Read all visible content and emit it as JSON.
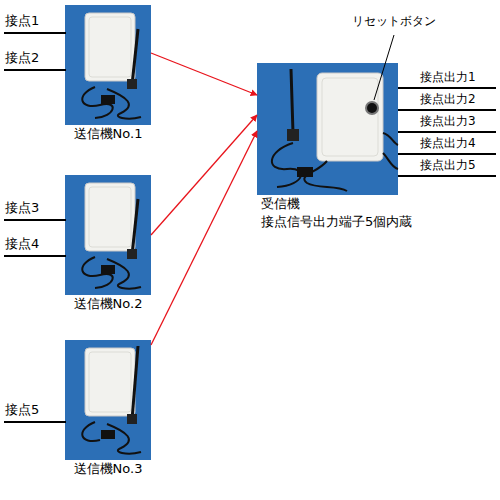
{
  "diagram": {
    "nodes": [
      {
        "text": [
          "送信機No.1"
        ]
      },
      {
        "text": [
          "送信機No.2"
        ]
      },
      {
        "text": [
          "送信機No.3"
        ]
      },
      {
        "text": [
          "受信機",
          "接点信号出力端子5個内蔵"
        ]
      }
    ],
    "edges": [
      {
        "from": 0,
        "to": 3,
        "arrow": "to"
      },
      {
        "from": 1,
        "to": 3,
        "arrow": "to"
      },
      {
        "from": 2,
        "to": 3,
        "arrow": "to"
      }
    ],
    "labels": [
      "接点1",
      "接点2",
      "接点3",
      "接点4",
      "接点5",
      "リセットボタン",
      "接点出力1",
      "接点出力2",
      "接点出力3",
      "接点出力4",
      "接点出力5"
    ]
  }
}
